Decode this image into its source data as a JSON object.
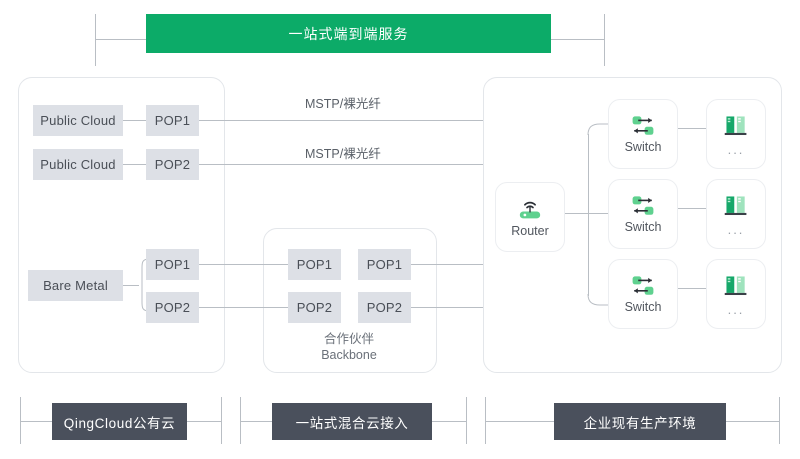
{
  "banner": {
    "label": "一站式端到端服务"
  },
  "left_panel": {
    "name": "public-cloud-zone",
    "nodes": [
      {
        "id": "public-cloud-1",
        "label": "Public Cloud"
      },
      {
        "id": "pop-1",
        "label": "POP1"
      },
      {
        "id": "public-cloud-2",
        "label": "Public Cloud"
      },
      {
        "id": "pop-2",
        "label": "POP2"
      },
      {
        "id": "bare-metal",
        "label": "Bare Metal"
      },
      {
        "id": "pop-3",
        "label": "POP1"
      },
      {
        "id": "pop-4",
        "label": "POP2"
      }
    ]
  },
  "links": {
    "mstp_top": "MSTP/裸光纤",
    "mstp_bottom": "MSTP/裸光纤"
  },
  "backbone_panel": {
    "caption_line1": "合作伙伴",
    "caption_line2": "Backbone",
    "nodes": [
      {
        "id": "bb-left-pop1",
        "label": "POP1"
      },
      {
        "id": "bb-right-pop1",
        "label": "POP1"
      },
      {
        "id": "bb-left-pop2",
        "label": "POP2"
      },
      {
        "id": "bb-right-pop2",
        "label": "POP2"
      }
    ]
  },
  "right_panel": {
    "router": {
      "label": "Router",
      "icon": "router-icon"
    },
    "switches": [
      {
        "label": "Switch",
        "icon": "switch-icon"
      },
      {
        "label": "Switch",
        "icon": "switch-icon"
      },
      {
        "label": "Switch",
        "icon": "switch-icon"
      }
    ],
    "servers": [
      {
        "label": "...",
        "icon": "server-rack-icon"
      },
      {
        "label": "...",
        "icon": "server-rack-icon"
      },
      {
        "label": "...",
        "icon": "server-rack-icon"
      }
    ]
  },
  "legend": [
    {
      "id": "qingcloud-public-cloud",
      "label": "QingCloud公有云"
    },
    {
      "id": "one-stop-hybrid-cloud-access",
      "label": "一站式混合云接入"
    },
    {
      "id": "enterprise-production-env",
      "label": "企业现有生产环境"
    }
  ],
  "colors": {
    "banner_green": "#0cab68",
    "legend_dark": "#4a505c",
    "box_grey": "#dde0e6",
    "line_grey": "#b9bec4",
    "icon_green": "#5fd18f",
    "icon_green_dark": "#16a86a"
  }
}
